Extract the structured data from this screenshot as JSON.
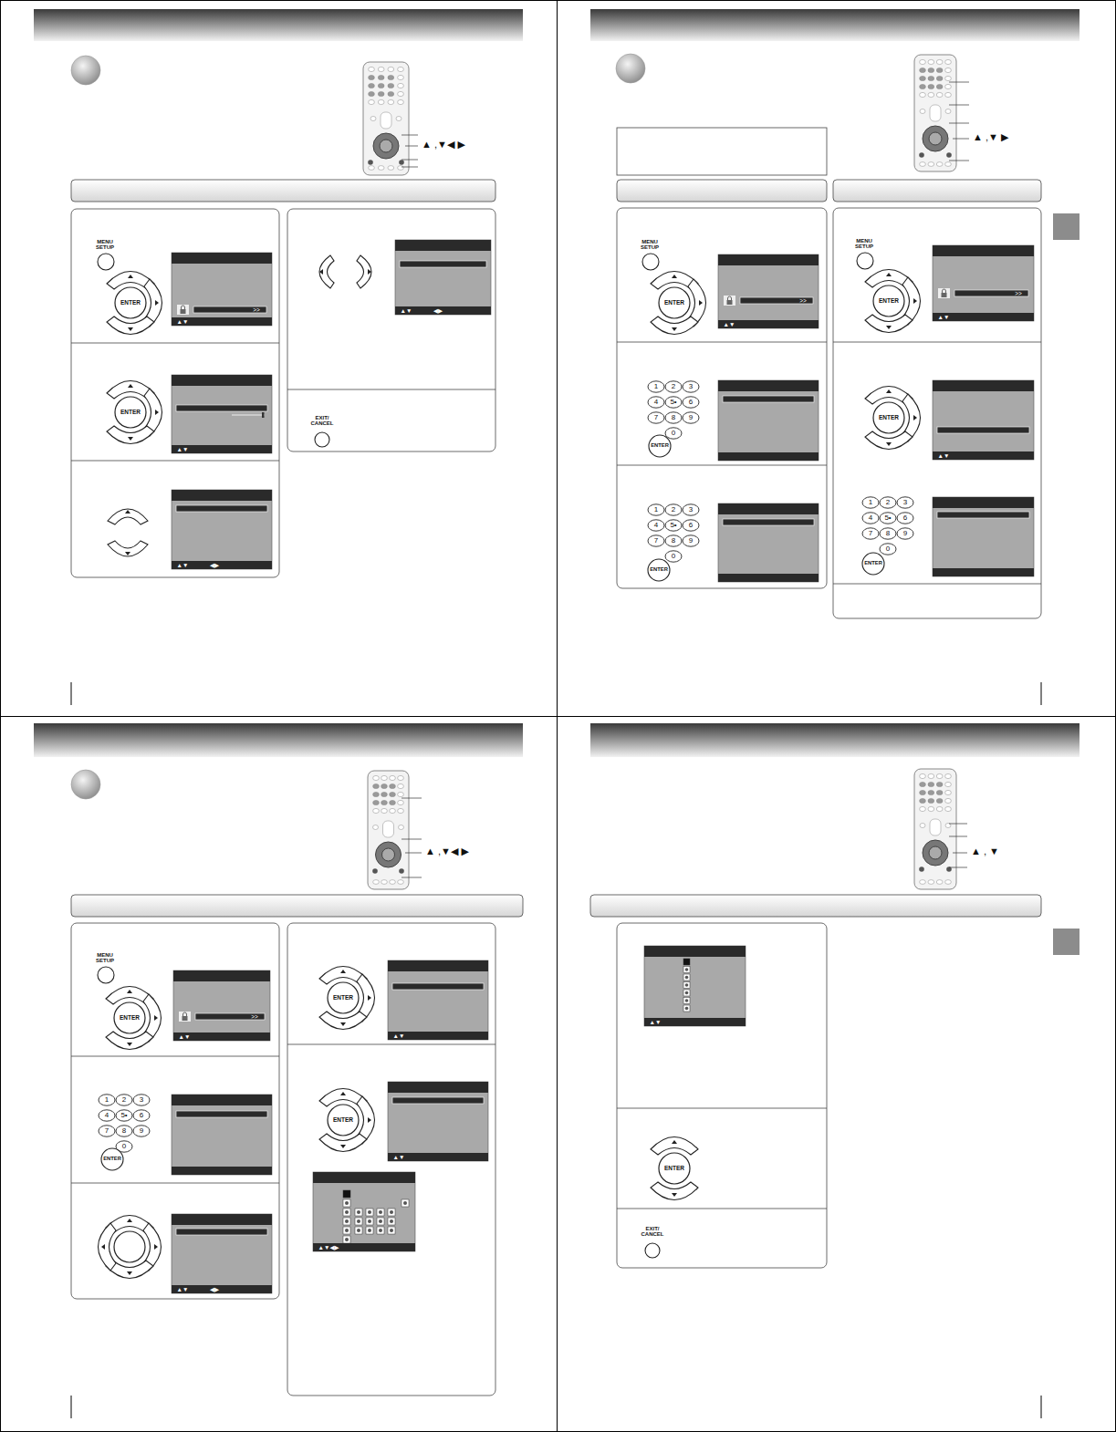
{
  "diagram": {
    "labels": [
      "▲ ,▼◀ ▶",
      "MENU SETUP",
      "ENTER",
      ">>",
      "▲▼",
      "ENTER",
      "▲▼",
      "▲▼",
      "◀▶",
      "▲▼",
      "◀▶",
      "EXIT/ CANCEL",
      "▲ ,▼ ▶",
      "MENU SETUP",
      "ENTER",
      ">>",
      "▲▼",
      "1",
      "2",
      "3",
      "4",
      "5•",
      "6",
      "7",
      "8",
      "9",
      "0",
      "ENTER",
      "1",
      "2",
      "3",
      "4",
      "5•",
      "6",
      "7",
      "8",
      "9",
      "0",
      "ENTER",
      "MENU SETUP",
      "ENTER",
      ">>",
      "▲▼",
      "ENTER",
      "▲▼",
      "1",
      "2",
      "3",
      "4",
      "5•",
      "6",
      "7",
      "8",
      "9",
      "0",
      "ENTER",
      "▲ ,▼◀ ▶",
      "MENU SETUP",
      "ENTER",
      ">>",
      "▲▼",
      "1",
      "2",
      "3",
      "4",
      "5•",
      "6",
      "7",
      "8",
      "9",
      "0",
      "ENTER",
      "▲▼",
      "◀▶",
      "ENTER",
      "▲▼",
      "ENTER",
      "▲▼",
      "▲▼◀▶",
      "▲ , ▼",
      "▲▼",
      "ENTER",
      "EXIT/ CANCEL"
    ]
  }
}
